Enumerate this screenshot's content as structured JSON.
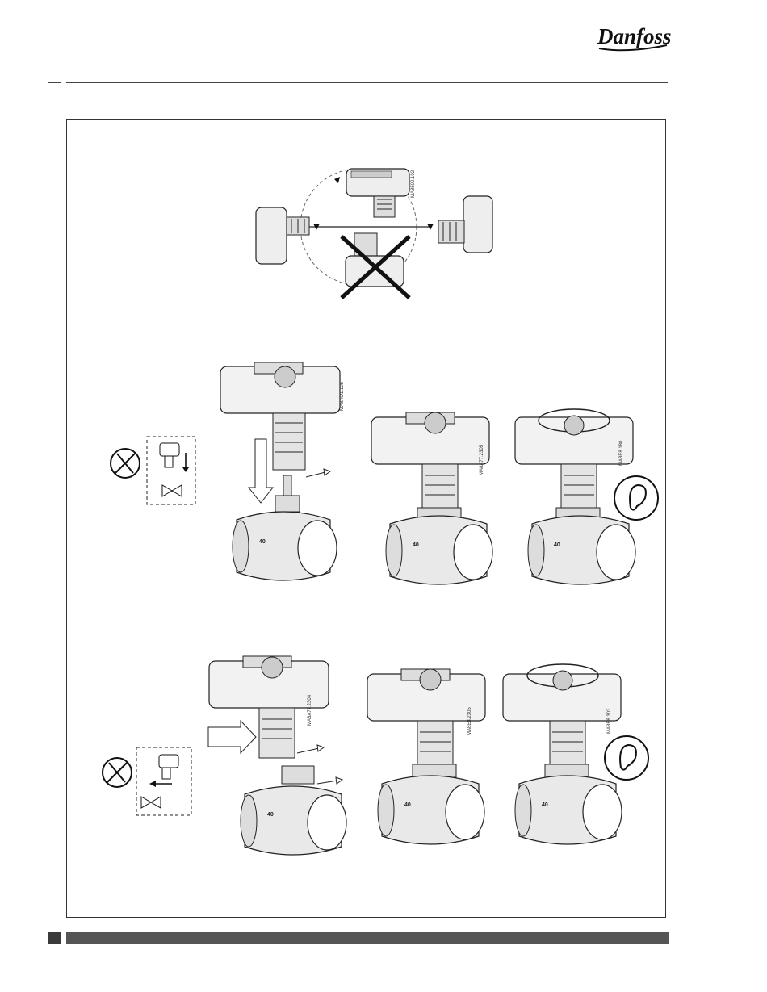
{
  "header": {
    "logo_text": "Danfoss"
  },
  "figures": {
    "orientation_code": "MA8500.102",
    "row1": {
      "codes": [
        "MA8AO1.105",
        "MA8A77.2305",
        "MA8E8.180"
      ]
    },
    "row2": {
      "codes": [
        "MA8A77.2304",
        "MA8E8.2305",
        "MA8E8.303"
      ]
    },
    "valve_markings": [
      "40"
    ]
  },
  "colors": {
    "frame": "#333333",
    "footer_bar": "#555555",
    "link_underline": "#3355cc"
  }
}
